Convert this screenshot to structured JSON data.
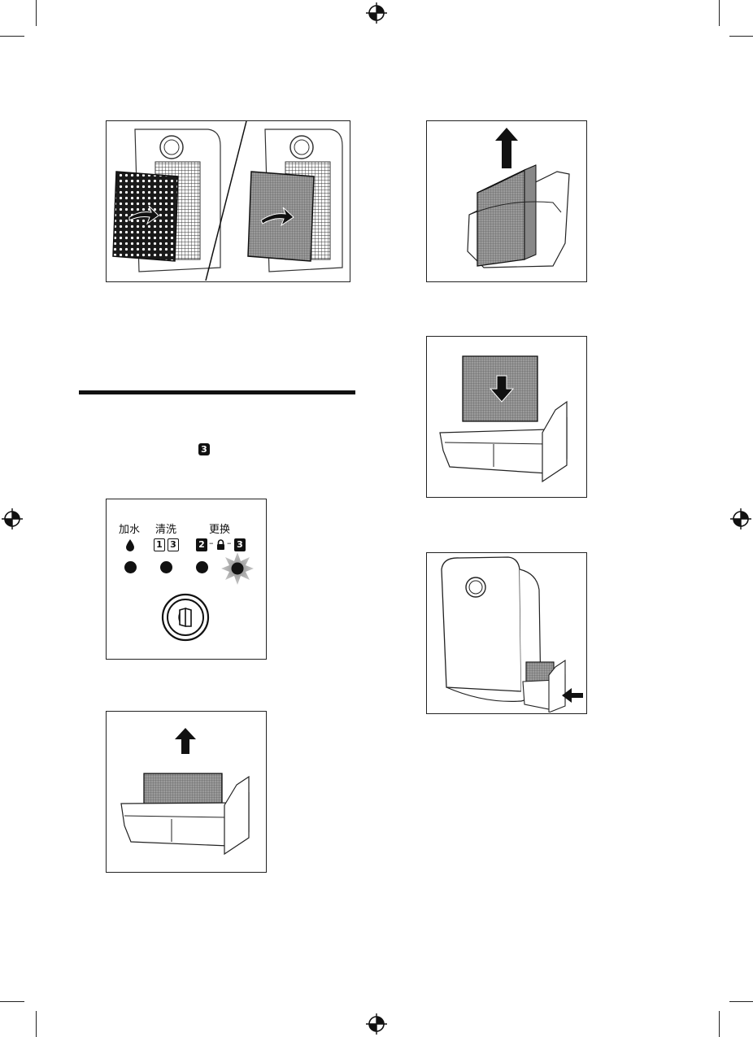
{
  "page": {
    "inline_badge": "3"
  },
  "control_panel": {
    "labels": {
      "add_water": "加水",
      "clean": "清洗",
      "replace": "更换"
    },
    "clean_numbers": [
      "1",
      "3"
    ],
    "replace_numbers": [
      "2",
      "3"
    ],
    "separator": "–",
    "indicators": [
      {
        "id": "add-water",
        "lit": false
      },
      {
        "id": "clean",
        "lit": false
      },
      {
        "id": "replace-2",
        "lit": false
      },
      {
        "id": "replace-3",
        "lit": true
      }
    ],
    "button_icon": "filter-reset-icon"
  },
  "colors": {
    "ink": "#111111",
    "frame": "#222222",
    "glow": "#9a9a9a"
  }
}
